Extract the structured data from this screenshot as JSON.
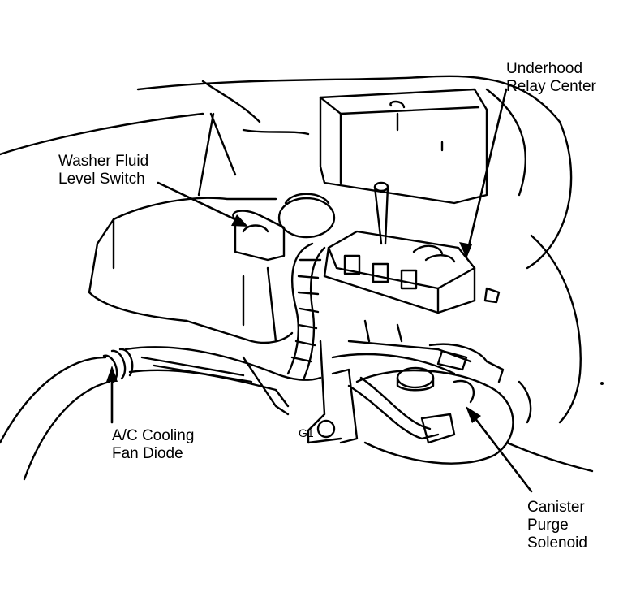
{
  "labels": {
    "underhood_relay": [
      "Underhood",
      "Relay Center"
    ],
    "washer_fluid": [
      "Washer Fluid",
      "Level Switch"
    ],
    "ac_diode": [
      "A/C Cooling",
      "Fan Diode"
    ],
    "canister_purge": [
      "Canister",
      "Purge",
      "Solenoid"
    ],
    "ground_marker": "G1"
  },
  "colors": {
    "ink": "#000000",
    "paper": "#ffffff"
  }
}
